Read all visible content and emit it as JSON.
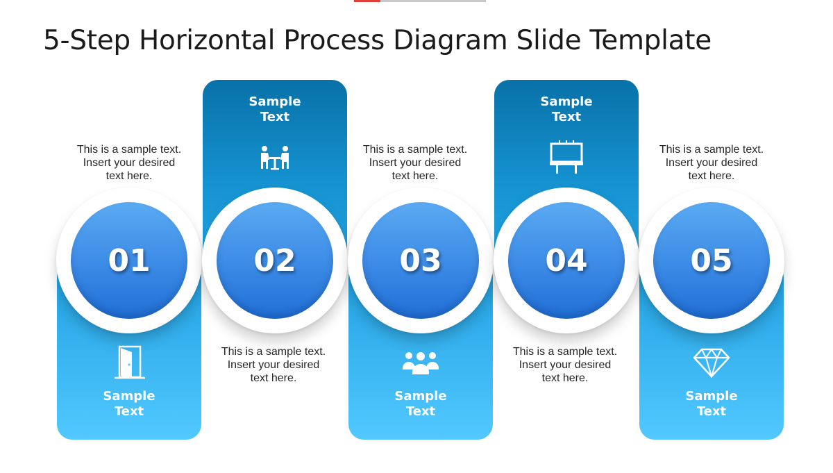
{
  "title": "5-Step Horizontal Process Diagram Slide Template",
  "steps": [
    {
      "number": "01",
      "label_line1": "Sample",
      "label_line2": "Text",
      "icon": "door-icon",
      "desc_line1": "This is a sample text.",
      "desc_line2": "Insert your desired",
      "desc_line3": "text here."
    },
    {
      "number": "02",
      "label_line1": "Sample",
      "label_line2": "Text",
      "icon": "meeting-icon",
      "desc_line1": "This is a sample text.",
      "desc_line2": "Insert your desired",
      "desc_line3": "text here."
    },
    {
      "number": "03",
      "label_line1": "Sample",
      "label_line2": "Text",
      "icon": "team-icon",
      "desc_line1": "This is a sample text.",
      "desc_line2": "Insert your desired",
      "desc_line3": "text here."
    },
    {
      "number": "04",
      "label_line1": "Sample",
      "label_line2": "Text",
      "icon": "billboard-icon",
      "desc_line1": "This is a sample text.",
      "desc_line2": "Insert your desired",
      "desc_line3": "text here."
    },
    {
      "number": "05",
      "label_line1": "Sample",
      "label_line2": "Text",
      "icon": "diamond-icon",
      "desc_line1": "This is a sample text.",
      "desc_line2": "Insert your desired",
      "desc_line3": "text here."
    }
  ],
  "colors": {
    "panel_light": "#52c8ff",
    "panel_dark": "#0871a8",
    "disc": "#3b8ae6",
    "text": "#262626"
  }
}
